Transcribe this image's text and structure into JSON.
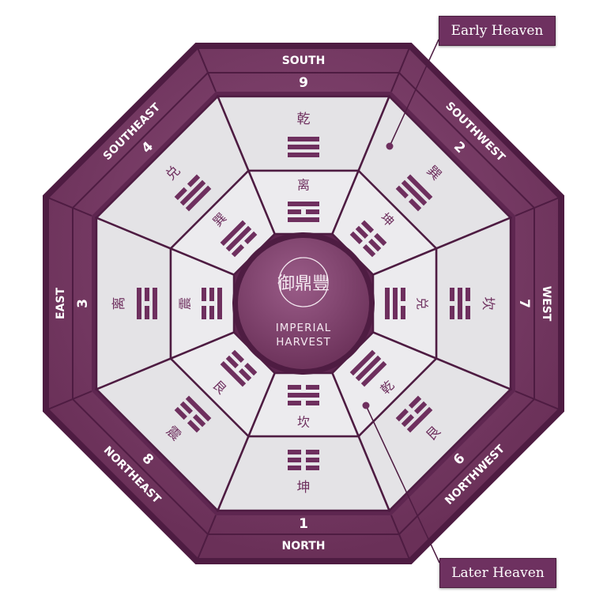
{
  "callouts": {
    "early": "Early Heaven",
    "later": "Later Heaven"
  },
  "logo": {
    "glyphs": "御鼎豐",
    "line1": "IMPERIAL",
    "line2": "HARVEST"
  },
  "colors": {
    "band": "#7a3f68",
    "edge": "#4e1c42",
    "tile": "#e4e3e6",
    "ink": "#6e2f5e"
  },
  "directions": [
    {
      "name": "SOUTH",
      "number": "9",
      "early": {
        "char": "乾",
        "lines": [
          1,
          1,
          1
        ]
      },
      "later": {
        "char": "离",
        "lines": [
          1,
          0,
          1
        ]
      }
    },
    {
      "name": "SOUTHWEST",
      "number": "2",
      "early": {
        "char": "巽",
        "lines": [
          0,
          1,
          1
        ]
      },
      "later": {
        "char": "坤",
        "lines": [
          0,
          0,
          0
        ]
      }
    },
    {
      "name": "WEST",
      "number": "7",
      "early": {
        "char": "坎",
        "lines": [
          0,
          1,
          0
        ]
      },
      "later": {
        "char": "兑",
        "lines": [
          1,
          1,
          0
        ]
      }
    },
    {
      "name": "NORTHWEST",
      "number": "6",
      "early": {
        "char": "艮",
        "lines": [
          0,
          0,
          1
        ]
      },
      "later": {
        "char": "乾",
        "lines": [
          1,
          1,
          1
        ]
      }
    },
    {
      "name": "NORTH",
      "number": "1",
      "early": {
        "char": "坤",
        "lines": [
          0,
          0,
          0
        ]
      },
      "later": {
        "char": "坎",
        "lines": [
          0,
          1,
          0
        ]
      }
    },
    {
      "name": "NORTHEAST",
      "number": "8",
      "early": {
        "char": "震",
        "lines": [
          1,
          0,
          0
        ]
      },
      "later": {
        "char": "艮",
        "lines": [
          0,
          0,
          1
        ]
      }
    },
    {
      "name": "EAST",
      "number": "3",
      "early": {
        "char": "离",
        "lines": [
          1,
          0,
          1
        ]
      },
      "later": {
        "char": "震",
        "lines": [
          1,
          0,
          0
        ]
      }
    },
    {
      "name": "SOUTHEAST",
      "number": "4",
      "early": {
        "char": "兑",
        "lines": [
          1,
          1,
          0
        ]
      },
      "later": {
        "char": "巽",
        "lines": [
          0,
          1,
          1
        ]
      }
    }
  ]
}
